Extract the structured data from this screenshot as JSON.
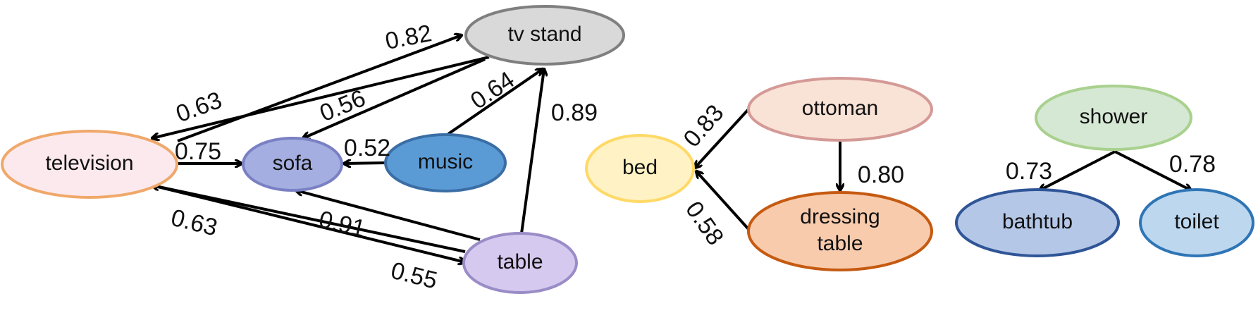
{
  "nodes": [
    {
      "id": "tv_stand",
      "label": [
        "tv stand"
      ],
      "fill": "#d9d9d9",
      "stroke": "#7f7f7f",
      "text_color": "#111111"
    },
    {
      "id": "television",
      "label": [
        "television"
      ],
      "fill": "#fbe9ee",
      "stroke": "#f0a86a",
      "text_color": "#111111"
    },
    {
      "id": "sofa",
      "label": [
        "sofa"
      ],
      "fill": "#a4aee0",
      "stroke": "#7a80c4",
      "text_color": "#ffffff"
    },
    {
      "id": "music",
      "label": [
        "music"
      ],
      "fill": "#5b9bd5",
      "stroke": "#3a6ea5",
      "text_color": "#ffffff"
    },
    {
      "id": "table",
      "label": [
        "table"
      ],
      "fill": "#d6c9ef",
      "stroke": "#9a8cc6",
      "text_color": "#111111"
    },
    {
      "id": "ottoman",
      "label": [
        "ottoman"
      ],
      "fill": "#f9e2d6",
      "stroke": "#d49a96",
      "text_color": "#111111"
    },
    {
      "id": "bed",
      "label": [
        "bed"
      ],
      "fill": "#fff2c4",
      "stroke": "#ffd966",
      "text_color": "#111111"
    },
    {
      "id": "dressing_table",
      "label": [
        "dressing",
        "table"
      ],
      "fill": "#f8cbad",
      "stroke": "#c55a11",
      "text_color": "#111111"
    },
    {
      "id": "shower",
      "label": [
        "shower"
      ],
      "fill": "#d5e8d4",
      "stroke": "#a9d18e",
      "text_color": "#111111"
    },
    {
      "id": "bathtub",
      "label": [
        "bathtub"
      ],
      "fill": "#b4c7e7",
      "stroke": "#2f5597",
      "text_color": "#111111"
    },
    {
      "id": "toilet",
      "label": [
        "toilet"
      ],
      "fill": "#bdd7ee",
      "stroke": "#2e75b6",
      "text_color": "#111111"
    }
  ],
  "edges": [
    {
      "from": "television",
      "to": "tv_stand",
      "label": "0.82"
    },
    {
      "from": "tv_stand",
      "to": "television",
      "label": "0.63"
    },
    {
      "from": "tv_stand",
      "to": "sofa",
      "label": "0.56"
    },
    {
      "from": "music",
      "to": "tv_stand",
      "label": "0.64"
    },
    {
      "from": "table",
      "to": "tv_stand",
      "label": "0.89"
    },
    {
      "from": "television",
      "to": "sofa",
      "label": "0.75"
    },
    {
      "from": "music",
      "to": "sofa",
      "label": "0.52"
    },
    {
      "from": "table",
      "to": "sofa",
      "label": "0.91"
    },
    {
      "from": "table",
      "to": "television",
      "label": "0.63"
    },
    {
      "from": "television",
      "to": "table",
      "label": "0.55"
    },
    {
      "from": "ottoman",
      "to": "bed",
      "label": "0.83"
    },
    {
      "from": "ottoman",
      "to": "dressing_table",
      "label": "0.80"
    },
    {
      "from": "dressing_table",
      "to": "bed",
      "label": "0.58"
    },
    {
      "from": "shower",
      "to": "bathtub",
      "label": "0.73"
    },
    {
      "from": "shower",
      "to": "toilet",
      "label": "0.78"
    }
  ]
}
